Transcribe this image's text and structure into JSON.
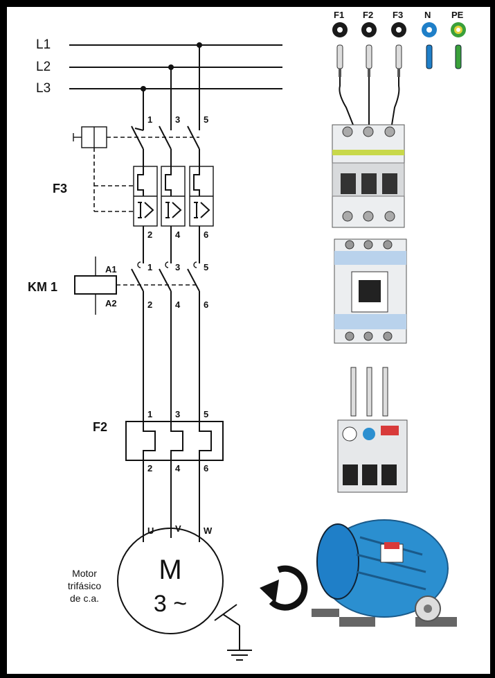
{
  "lines": {
    "l1": "L1",
    "l2": "L2",
    "l3": "L3"
  },
  "breaker": {
    "label": "F3",
    "top_terminals": [
      "1",
      "3",
      "5"
    ],
    "bottom_terminals": [
      "2",
      "4",
      "6"
    ]
  },
  "contactor": {
    "label": "KM 1",
    "coil_a1": "A1",
    "coil_a2": "A2",
    "top_terminals": [
      "1",
      "3",
      "5"
    ],
    "bottom_terminals": [
      "2",
      "4",
      "6"
    ]
  },
  "relay": {
    "label": "F2",
    "top_terminals": [
      "1",
      "3",
      "5"
    ],
    "bottom_terminals": [
      "2",
      "4",
      "6"
    ]
  },
  "motor": {
    "symbol": "M",
    "phases": "3 ~",
    "terminals": [
      "U",
      "V",
      "W"
    ],
    "caption_1": "Motor",
    "caption_2": "trifásico",
    "caption_3": "de c.a."
  },
  "sockets": {
    "f1": "F1",
    "f2": "F2",
    "f3": "F3",
    "n": "N",
    "pe": "PE"
  },
  "colors": {
    "phase_socket": "#1a1a1a",
    "neutral_socket": "#1f7fc8",
    "earth_socket": "#3aa03a",
    "motor_body": "#2b8fd0",
    "device_body": "#eceef0",
    "device_blue": "#b9d2ec"
  }
}
